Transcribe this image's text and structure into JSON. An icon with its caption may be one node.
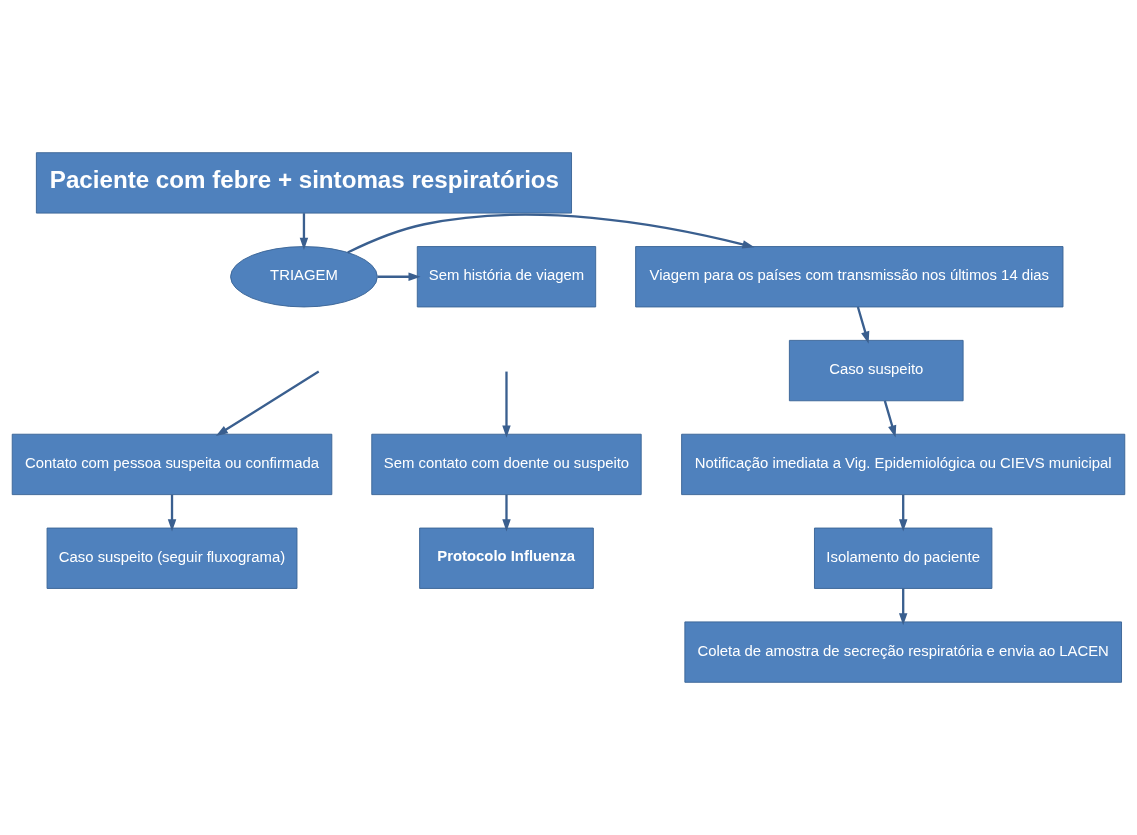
{
  "diagram": {
    "nodes": [
      {
        "text": [
          "Paciente com febre + sintomas respiratórios"
        ]
      },
      {
        "text": [
          "TRIAGEM"
        ]
      },
      {
        "text": [
          "Viagem para os países com transmissão nos últimos 14 dias"
        ]
      },
      {
        "text": [
          "Sem história de viagem"
        ]
      },
      {
        "text": [
          "Caso suspeito"
        ]
      },
      {
        "text": [
          "Notificação imediata a Vig. Epidemiológica ou CIEVS municipal"
        ]
      },
      {
        "text": [
          "Isolamento do paciente"
        ]
      },
      {
        "text": [
          "Coleta de amostra de secreção respiratória e envia ao LACEN"
        ]
      },
      {
        "text": [
          "Contato com pessoa suspeita ou confirmada"
        ]
      },
      {
        "text": [
          "Sem contato com doente ou suspeito"
        ]
      },
      {
        "text": [
          "Caso suspeito (seguir fluxograma)"
        ]
      },
      {
        "text": [
          "Protocolo Influenza"
        ]
      }
    ],
    "edges": [
      {
        "from": 0,
        "to": 1,
        "arrow": "to"
      },
      {
        "from": 1,
        "to": 2,
        "arrow": "to"
      },
      {
        "from": 1,
        "to": 3,
        "arrow": "to"
      },
      {
        "from": 2,
        "to": 4,
        "arrow": "to"
      },
      {
        "from": 4,
        "to": 5,
        "arrow": "to"
      },
      {
        "from": 5,
        "to": 6,
        "arrow": "to"
      },
      {
        "from": 6,
        "to": 7,
        "arrow": "to"
      },
      {
        "from": null,
        "to": 8,
        "arrow": "to"
      },
      {
        "from": null,
        "to": 9,
        "arrow": "to"
      },
      {
        "from": 8,
        "to": 10,
        "arrow": "to"
      },
      {
        "from": 9,
        "to": 11,
        "arrow": "to"
      }
    ]
  }
}
